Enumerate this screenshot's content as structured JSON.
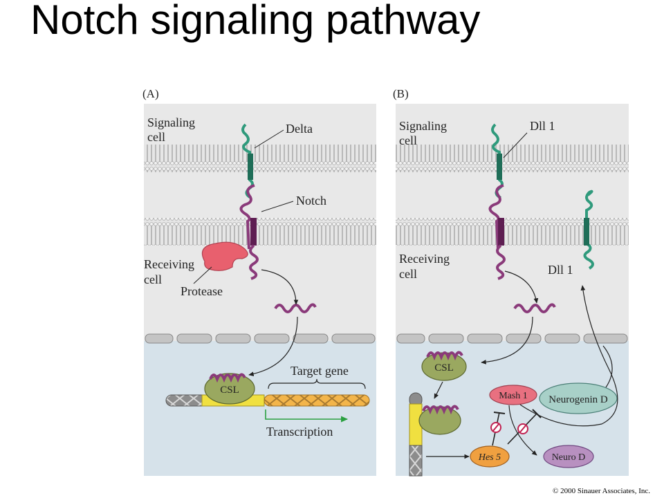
{
  "title": "Notch signaling pathway",
  "copyright": "© 2000 Sinauer Associates, Inc.",
  "panel_a": {
    "letter": "(A)",
    "signaling_cell": [
      "Signaling",
      "cell"
    ],
    "receiving_cell": [
      "Receiving",
      "cell"
    ],
    "delta": "Delta",
    "notch": "Notch",
    "protease": "Protease",
    "csl": "CSL",
    "target_gene": "Target gene",
    "transcription": "Transcription"
  },
  "panel_b": {
    "letter": "(B)",
    "signaling_cell": [
      "Signaling",
      "cell"
    ],
    "receiving_cell": [
      "Receiving",
      "cell"
    ],
    "dll1_top": "Dll 1",
    "dll1_right": "Dll 1",
    "csl": "CSL",
    "mash1": "Mash 1",
    "neurogenin": "Neurogenin D",
    "hes5": "Hes 5",
    "neurod": "Neuro D"
  },
  "colors": {
    "membrane": "#cfcfcf",
    "cytoplasm": "#e8e8e8",
    "nucleus": "#d6e2ea",
    "delta": "#2f9a7c",
    "notch": "#8a3a7a",
    "protease": "#e8606e",
    "csl": "#9aa860",
    "mash1": "#e87080",
    "neurogenin": "#a8d0c8",
    "hes5": "#f0a040",
    "neurod": "#b890c0",
    "dna_target": "#f0b040",
    "dna_yellow": "#f0e040",
    "transcription_arrow": "#2aa040",
    "inhibit": "#c02050"
  }
}
